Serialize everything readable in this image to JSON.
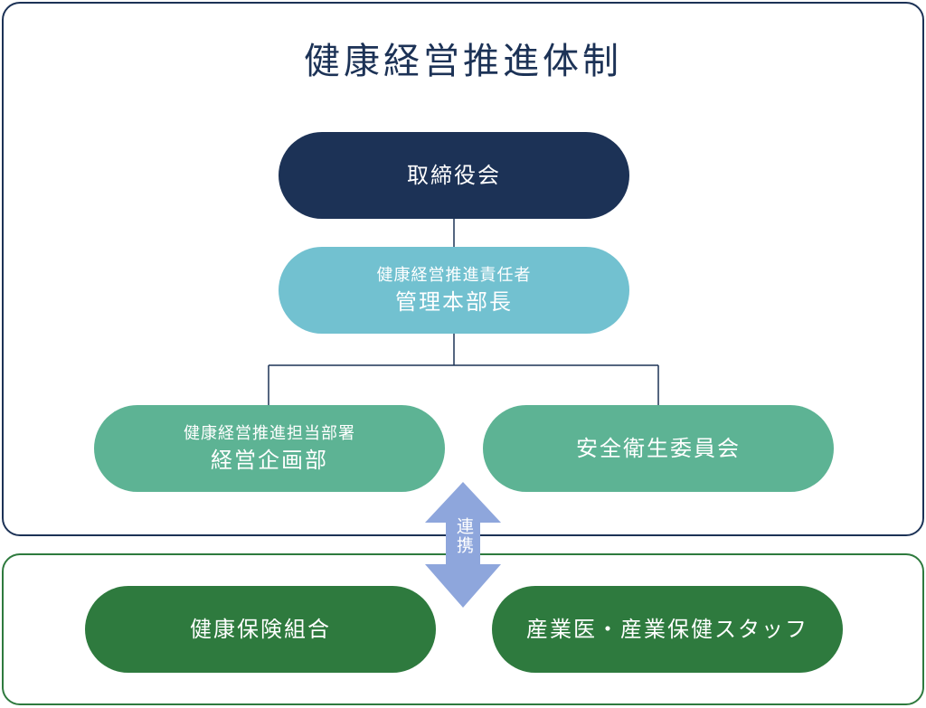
{
  "title": "健康経営推進体制",
  "board": {
    "label": "取締役会"
  },
  "responsible": {
    "role": "健康経営推進責任者",
    "name": "管理本部長"
  },
  "department": {
    "role": "健康経営推進担当部署",
    "name": "経営企画部"
  },
  "safety_committee": {
    "label": "安全衛生委員会"
  },
  "link": {
    "label": "連携"
  },
  "insurance": {
    "label": "健康保険組合"
  },
  "staff": {
    "label": "産業医・産業保健スタッフ"
  },
  "colors": {
    "navy": "#1c3256",
    "light_blue": "#72c1d0",
    "teal": "#5db394",
    "green": "#2e7a3e",
    "arrow": "#8ea6dc"
  }
}
